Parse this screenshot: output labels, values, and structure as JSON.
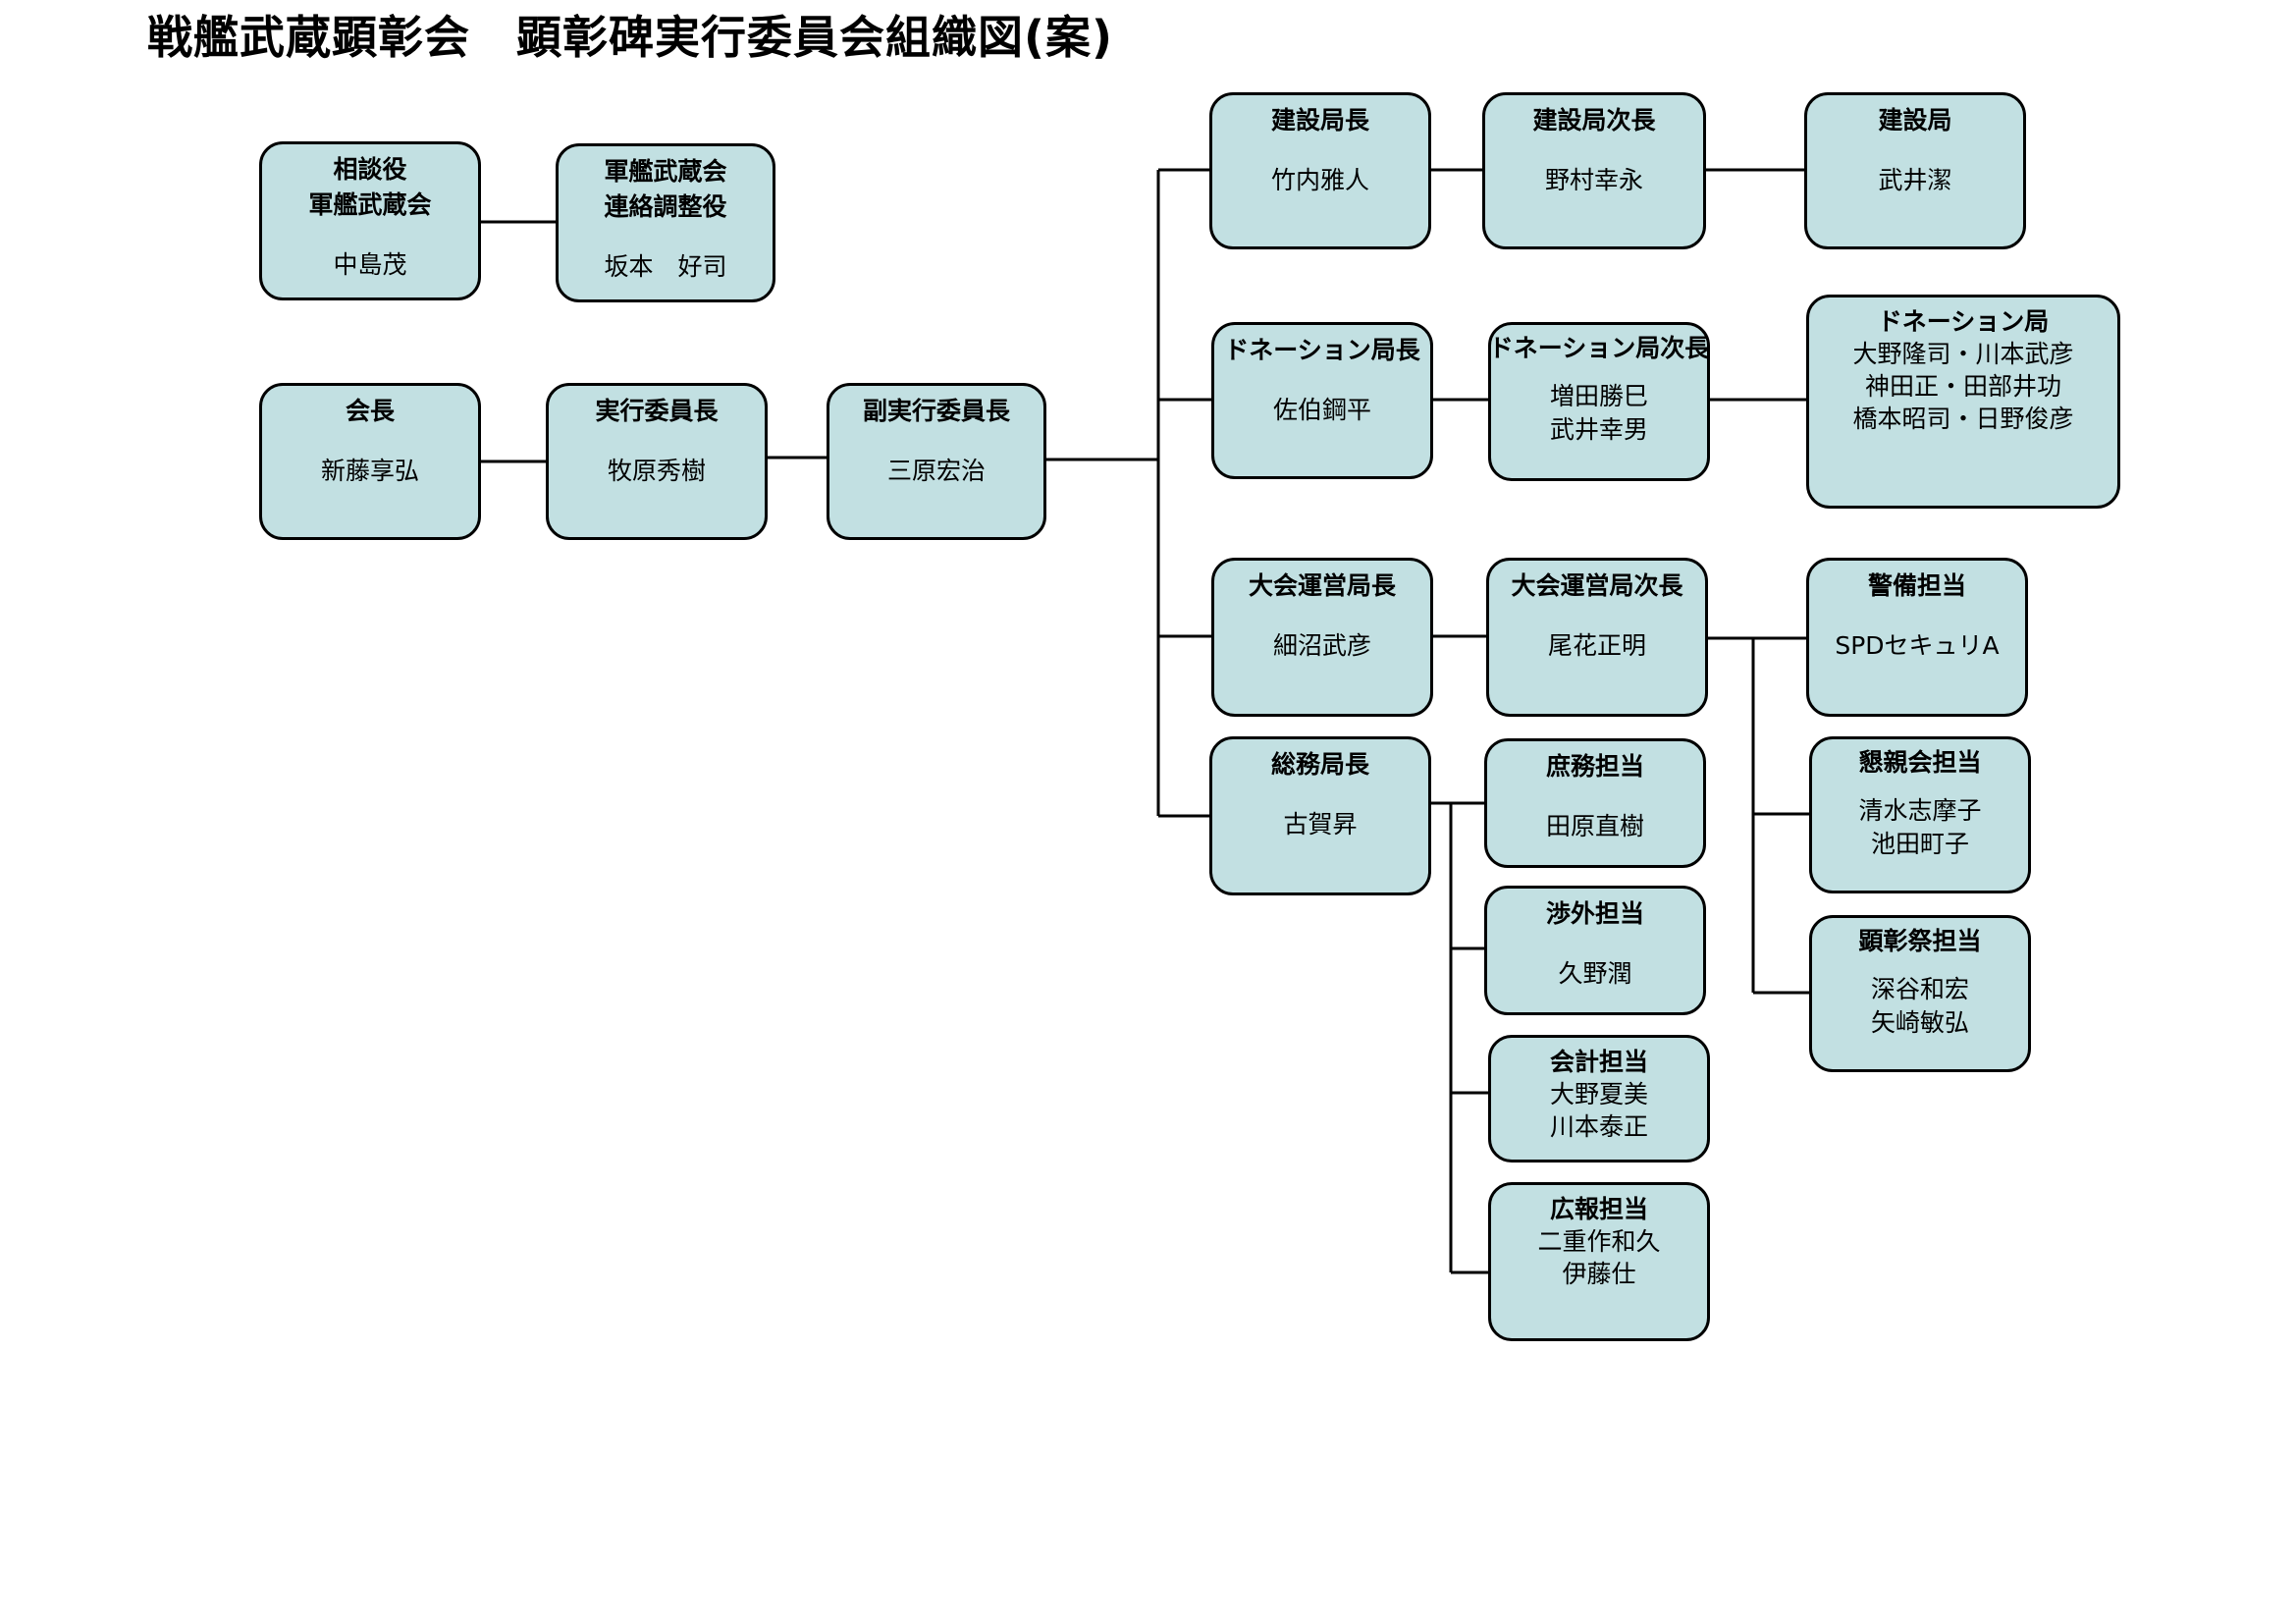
{
  "title": "戦艦武蔵顕彰会　顕彰碑実行委員会組織図(案)",
  "boxes": {
    "advisor": {
      "titles": [
        "相談役",
        "軍艦武蔵会"
      ],
      "names": [
        "中島茂"
      ]
    },
    "liaison": {
      "titles": [
        "軍艦武蔵会",
        "連絡調整役"
      ],
      "names": [
        "坂本　好司"
      ]
    },
    "chairman": {
      "titles": [
        "会長"
      ],
      "names": [
        "新藤享弘"
      ]
    },
    "exec_chair": {
      "titles": [
        "実行委員長"
      ],
      "names": [
        "牧原秀樹"
      ]
    },
    "vice_exec": {
      "titles": [
        "副実行委員長"
      ],
      "names": [
        "三原宏治"
      ]
    },
    "const_chief": {
      "titles": [
        "建設局長"
      ],
      "names": [
        "竹内雅人"
      ]
    },
    "const_deputy": {
      "titles": [
        "建設局次長"
      ],
      "names": [
        "野村幸永"
      ]
    },
    "const_bureau": {
      "titles": [
        "建設局"
      ],
      "names": [
        "武井潔"
      ]
    },
    "don_chief": {
      "titles": [
        "ドネーション局長"
      ],
      "names": [
        "佐伯鋼平"
      ]
    },
    "don_deputy": {
      "titles": [
        "ドネーション局次長"
      ],
      "names": [
        "増田勝巳",
        "武井幸男"
      ]
    },
    "don_bureau": {
      "titles": [
        "ドネーション局"
      ],
      "names": [
        "大野隆司・川本武彦",
        "神田正・田部井功",
        "橋本昭司・日野俊彦"
      ]
    },
    "ops_chief": {
      "titles": [
        "大会運営局長"
      ],
      "names": [
        "細沼武彦"
      ]
    },
    "ops_deputy": {
      "titles": [
        "大会運営局次長"
      ],
      "names": [
        "尾花正明"
      ]
    },
    "security": {
      "titles": [
        "警備担当"
      ],
      "names": [
        "SPDセキュリA"
      ]
    },
    "social": {
      "titles": [
        "懇親会担当"
      ],
      "names": [
        "清水志摩子",
        "池田町子"
      ]
    },
    "ceremony": {
      "titles": [
        "顕彰祭担当"
      ],
      "names": [
        "深谷和宏",
        "矢崎敏弘"
      ]
    },
    "ga_chief": {
      "titles": [
        "総務局長"
      ],
      "names": [
        "古賀昇"
      ]
    },
    "gen_affairs": {
      "titles": [
        "庶務担当"
      ],
      "names": [
        "田原直樹"
      ]
    },
    "external": {
      "titles": [
        "渉外担当"
      ],
      "names": [
        "久野潤"
      ]
    },
    "accounting": {
      "titles": [
        "会計担当"
      ],
      "names": [
        "大野夏美",
        "川本泰正"
      ]
    },
    "pr": {
      "titles": [
        "広報担当"
      ],
      "names": [
        "二重作和久",
        "伊藤仕"
      ]
    }
  },
  "colors": {
    "box_fill": "#c2e0e2",
    "border": "#000000",
    "background": "#ffffff"
  }
}
